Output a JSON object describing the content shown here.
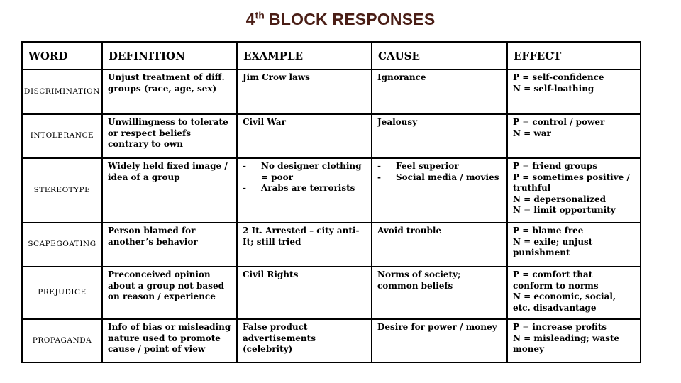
{
  "title": {
    "number": "4",
    "ordinal": "th",
    "text": "BLOCK RESPONSES"
  },
  "colors": {
    "title": "#4a1e16",
    "border": "#000000",
    "text": "#000000",
    "background": "#ffffff"
  },
  "table": {
    "headers": [
      "WORD",
      "DEFINITION",
      "EXAMPLE",
      "CAUSE",
      "EFFECT"
    ],
    "rows": [
      {
        "word": "DISCRIMINATION",
        "definition": "Unjust treatment of diff. groups (race, age, sex)",
        "example": "Jim Crow laws",
        "cause": "Ignorance",
        "effect": "P = self-confidence\nN = self-loathing"
      },
      {
        "word": "INTOLERANCE",
        "definition": "Unwillingness to tolerate or respect beliefs contrary to own",
        "example": "Civil War",
        "cause": "Jealousy",
        "effect": "P = control / power\nN = war"
      },
      {
        "word": "STEREOTYPE",
        "definition": "Widely held fixed image / idea of a group",
        "example_items": [
          "No designer clothing = poor",
          "Arabs are terrorists"
        ],
        "cause_items": [
          "Feel superior",
          "Social media / movies"
        ],
        "effect": "P = friend groups\nP = sometimes positive / truthful\nN = depersonalized\nN = limit opportunity"
      },
      {
        "word": "SCAPEGOATING",
        "definition": "Person blamed for another’s behavior",
        "example": "2 It. Arrested – city anti-It; still tried",
        "cause": "Avoid trouble",
        "effect": "P = blame free\nN = exile; unjust punishment"
      },
      {
        "word": "PREJUDICE",
        "definition": "Preconceived opinion about a group not based on reason / experience",
        "example": "Civil Rights",
        "cause": "Norms of society; common beliefs",
        "effect": "P = comfort that conform to norms\nN = economic, social, etc. disadvantage"
      },
      {
        "word": "PROPAGANDA",
        "definition": "Info of bias or misleading nature used to promote cause / point of view",
        "example": "False product advertisements (celebrity)",
        "cause": "Desire for power / money",
        "effect": "P = increase profits\nN = misleading; waste money"
      }
    ]
  }
}
